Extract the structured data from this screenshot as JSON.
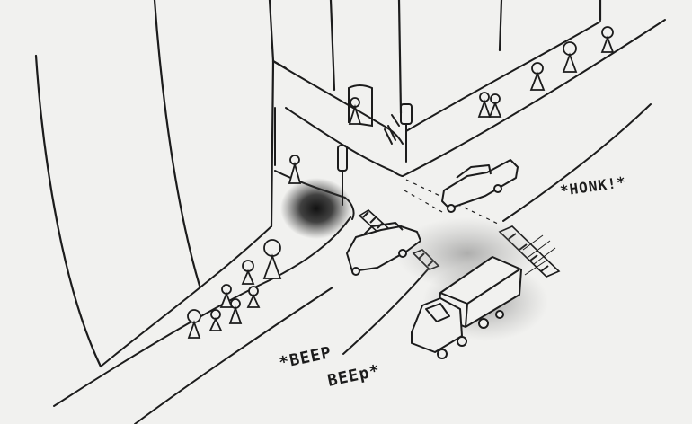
{
  "drawing": {
    "ink_color": "#1c1c1c",
    "paper_color": "#f1f1ef",
    "smudge_color": "#555555"
  },
  "sound_effects": {
    "honk": "*HONK!*",
    "beep_1": "*BEEP",
    "beep_2": "BEEp*"
  }
}
